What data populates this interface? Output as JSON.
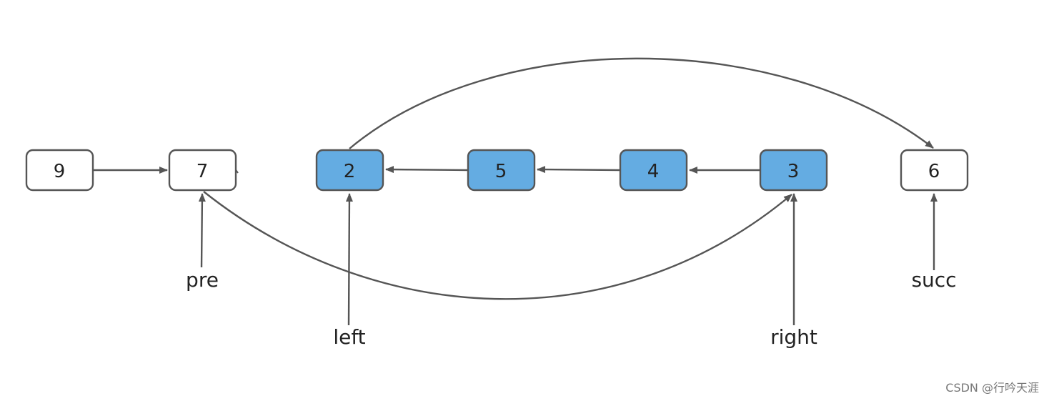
{
  "colors": {
    "stroke": "#555555",
    "highlight_fill": "#64ace2",
    "plain_fill": "#ffffff"
  },
  "nodes": {
    "n9": {
      "label": "9",
      "highlighted": false
    },
    "n7": {
      "label": "7",
      "highlighted": false
    },
    "n2": {
      "label": "2",
      "highlighted": true
    },
    "n5": {
      "label": "5",
      "highlighted": true
    },
    "n4": {
      "label": "4",
      "highlighted": true
    },
    "n3": {
      "label": "3",
      "highlighted": true
    },
    "n6": {
      "label": "6",
      "highlighted": false
    }
  },
  "pointers": {
    "pre": "pre",
    "left": "left",
    "right": "right",
    "succ": "succ"
  },
  "watermark": "CSDN @行吟天涯"
}
